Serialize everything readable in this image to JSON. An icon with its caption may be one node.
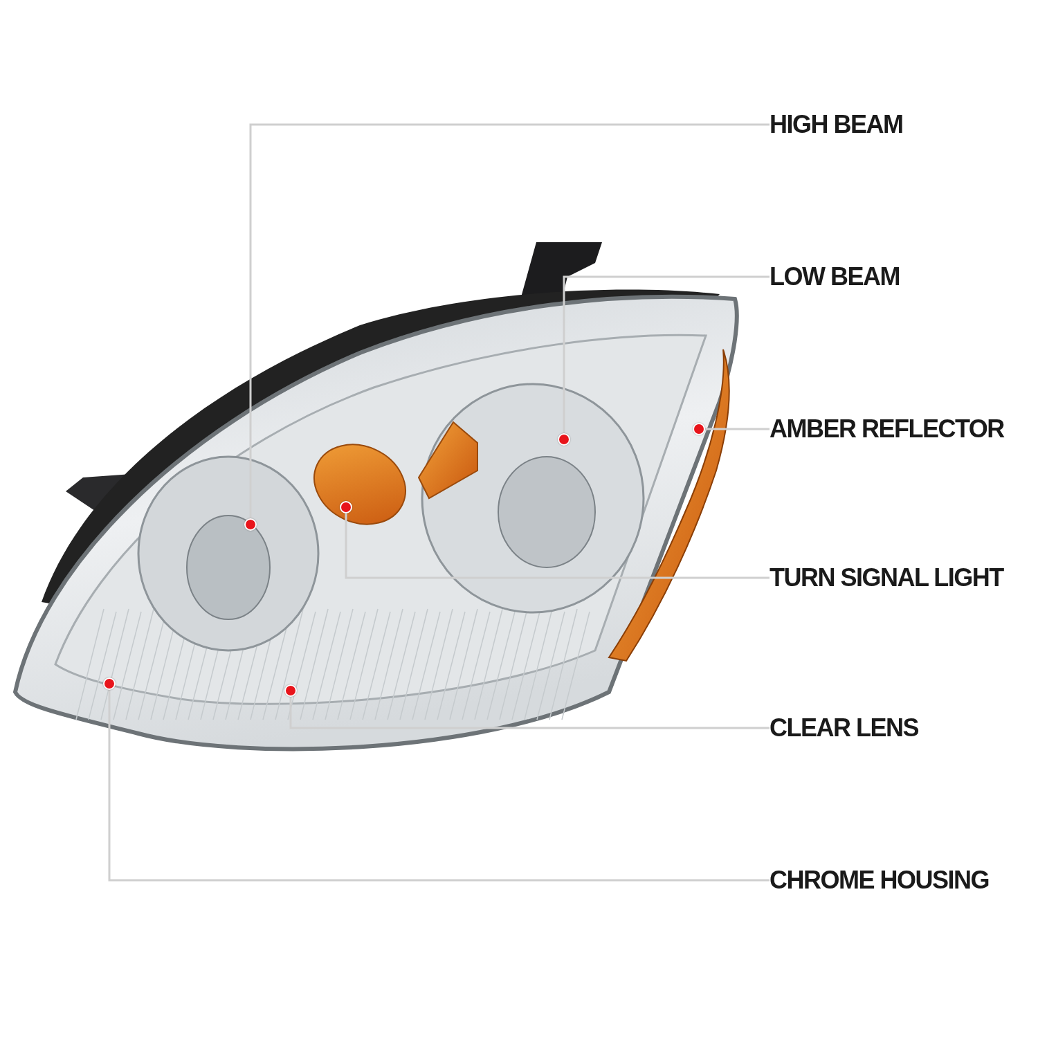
{
  "diagram": {
    "nodes": [
      {
        "text": [
          "HIGH BEAM"
        ]
      },
      {
        "text": [
          "LOW BEAM"
        ]
      },
      {
        "text": [
          "AMBER REFLECTOR"
        ]
      },
      {
        "text": [
          "TURN SIGNAL LIGHT"
        ]
      },
      {
        "text": [
          "CLEAR LENS"
        ]
      },
      {
        "text": [
          "CHROME HOUSING"
        ]
      },
      {
        "text": [],
        "shape": "circle"
      },
      {
        "text": [],
        "shape": "circle"
      },
      {
        "text": [],
        "shape": "circle"
      },
      {
        "text": [],
        "shape": "circle"
      },
      {
        "text": [],
        "shape": "circle"
      },
      {
        "text": [],
        "shape": "circle"
      }
    ],
    "edges": [
      {
        "from": 0,
        "to": 7,
        "arrow": "none"
      },
      {
        "from": 1,
        "to": 10,
        "arrow": "none"
      },
      {
        "from": 2,
        "to": 11,
        "arrow": "none"
      },
      {
        "from": 3,
        "to": 9,
        "arrow": "none"
      },
      {
        "from": 4,
        "to": 8,
        "arrow": "none"
      },
      {
        "from": 5,
        "to": 6,
        "arrow": "none"
      }
    ]
  }
}
